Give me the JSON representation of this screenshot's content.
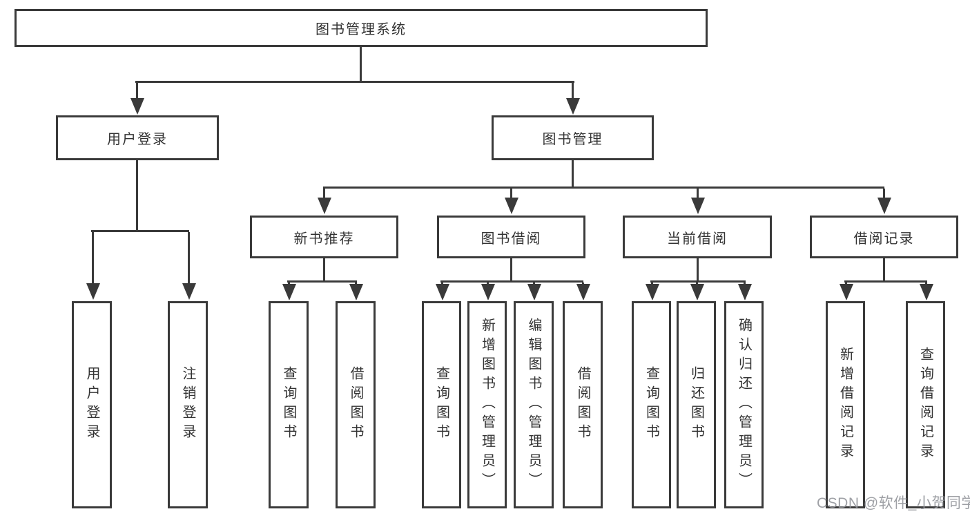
{
  "tree": {
    "root": {
      "label": "图书管理系统"
    },
    "branches": [
      {
        "label": "用户登录",
        "children": [
          {
            "label": "用户登录"
          },
          {
            "label": "注销登录"
          }
        ]
      },
      {
        "label": "图书管理",
        "children": [
          {
            "label": "新书推荐",
            "children": [
              {
                "label": "查询图书"
              },
              {
                "label": "借阅图书"
              }
            ]
          },
          {
            "label": "图书借阅",
            "children": [
              {
                "label": "查询图书"
              },
              {
                "label": "新增图书（管理员）"
              },
              {
                "label": "编辑图书（管理员）"
              },
              {
                "label": "借阅图书"
              }
            ]
          },
          {
            "label": "当前借阅",
            "children": [
              {
                "label": "查询图书"
              },
              {
                "label": "归还图书"
              },
              {
                "label": "确认归还（管理员）"
              }
            ]
          },
          {
            "label": "借阅记录",
            "children": [
              {
                "label": "新增借阅记录"
              },
              {
                "label": "查询借阅记录"
              }
            ]
          }
        ]
      }
    ]
  },
  "watermark": {
    "text": "CSDN @软件_小贺同学"
  },
  "colors": {
    "line": "#3a3a3a",
    "text": "#333333",
    "box_background": "#ffffff",
    "watermark": "#94969b",
    "page_background": "#ffffff"
  }
}
